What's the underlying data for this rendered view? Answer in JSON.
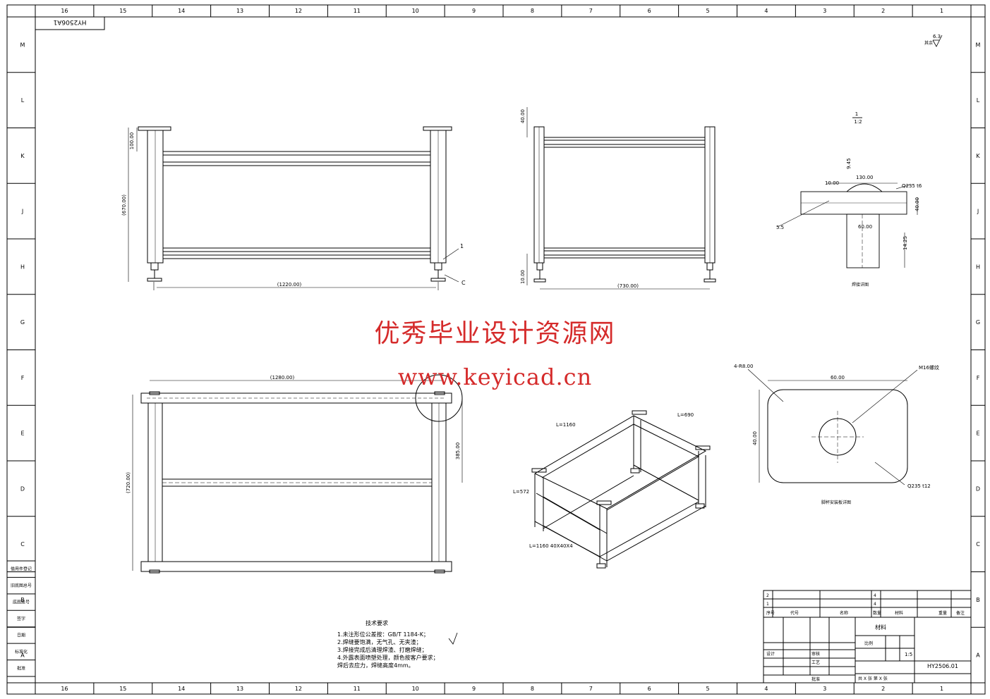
{
  "border": {
    "columns": [
      "16",
      "15",
      "14",
      "13",
      "12",
      "11",
      "10",
      "9",
      "8",
      "7",
      "6",
      "5",
      "4",
      "3",
      "2",
      "1"
    ],
    "rows": [
      "M",
      "L",
      "K",
      "J",
      "H",
      "G",
      "F",
      "E",
      "D",
      "C",
      "B",
      "A"
    ]
  },
  "drawing_code_mirrored": "HY2506A1",
  "roughness": {
    "label": "其余",
    "value": "6.3"
  },
  "front_view": {
    "dim_top": "100.00",
    "dim_height": "(670.00)",
    "dim_width": "(1220.00)",
    "callout": "1",
    "label_c": "C"
  },
  "side_view": {
    "dim_top": "40.00",
    "dim_bottom": "10.00",
    "dim_width": "(730.00)"
  },
  "detail_b": {
    "scale_num": "1",
    "scale_den": "1:2",
    "d_945": "9.45",
    "d_130": "130.00",
    "d_10": "10.00",
    "d_q235": "Q235 t6",
    "d_40": "40.00",
    "d_60": "60.00",
    "d_1425": "14.25",
    "d_weld": "5.5",
    "caption": "焊接详图"
  },
  "top_view": {
    "dim_width": "(1280.00)",
    "dim_height": "(720.00)",
    "dim_right": "385.00"
  },
  "iso_view": {
    "l1": "L=1160",
    "l2": "L=690",
    "l3": "L=572",
    "l4": "L=1160 40X40X4"
  },
  "foot_plate": {
    "r_label": "4-R8.00",
    "width": "60.00",
    "height": "40.00",
    "hole_label": "M16螺纹",
    "mat_label": "Q235 t12",
    "caption": "脚杯安装板详图"
  },
  "tech_req": {
    "title": "技术要求",
    "lines": [
      "1.未注形位公差按：GB/T 1184-K；",
      "2.焊缝要饱满，无气孔、无夹渣；",
      "3.焊接完成后清理焊渣、打磨焊缝；",
      "4.外露表面喷塑处理，颜色按客户要求；",
      "  焊后去应力，焊缝高度4mm。"
    ]
  },
  "left_stamps": [
    "借用件登记",
    "旧底图总号",
    "底图总号",
    "签字",
    "日期",
    "标准化",
    "批准"
  ],
  "watermark": {
    "line1": "优秀毕业设计资源网",
    "line2": "www.keyicad.cn"
  },
  "title_block": {
    "parts": [
      {
        "no": "2",
        "code": "",
        "name": "",
        "qty": "4",
        "material": "",
        "note": ""
      },
      {
        "no": "1",
        "code": "",
        "name": "",
        "qty": "4",
        "material": "",
        "note": ""
      }
    ],
    "header": {
      "no": "序号",
      "code": "代号",
      "name": "名称",
      "qty": "数量",
      "material": "材料",
      "weight": "重量",
      "note": "备注"
    },
    "unit": "材料",
    "scale_label": "比例",
    "scale": "1:5",
    "drawing_title": "",
    "drawing_no": "HY2506.01",
    "sheet_info": "共 X 张 第 X 张",
    "designer": "设计",
    "checker": "审核",
    "approver": "批准",
    "process": "工艺"
  }
}
